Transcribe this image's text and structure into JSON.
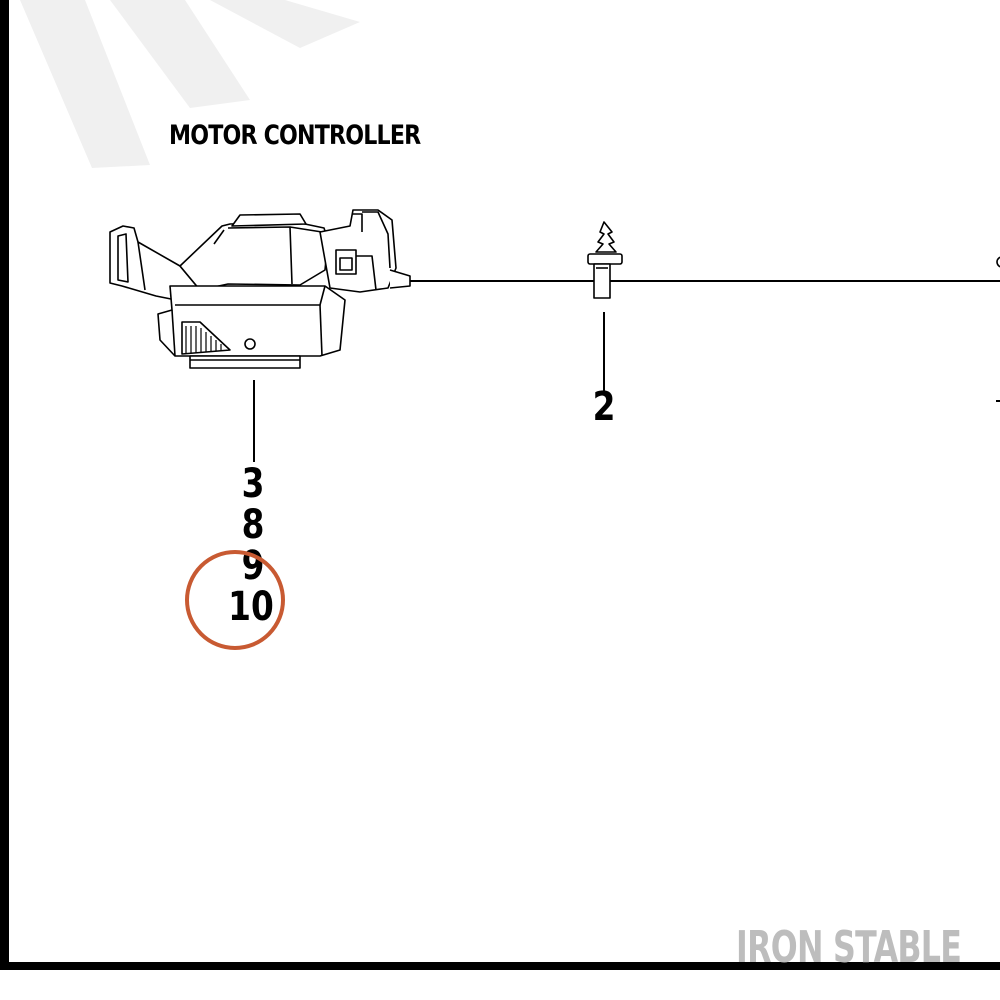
{
  "diagram": {
    "title": "MOTOR CONTROLLER",
    "callouts": {
      "part_2": "2",
      "part_3": "3",
      "part_8": "8",
      "part_9": "9",
      "part_10": "10"
    },
    "highlighted_callout": "10",
    "highlight_color": "#c85a32"
  },
  "watermark": {
    "text": "IRON STABLE"
  }
}
